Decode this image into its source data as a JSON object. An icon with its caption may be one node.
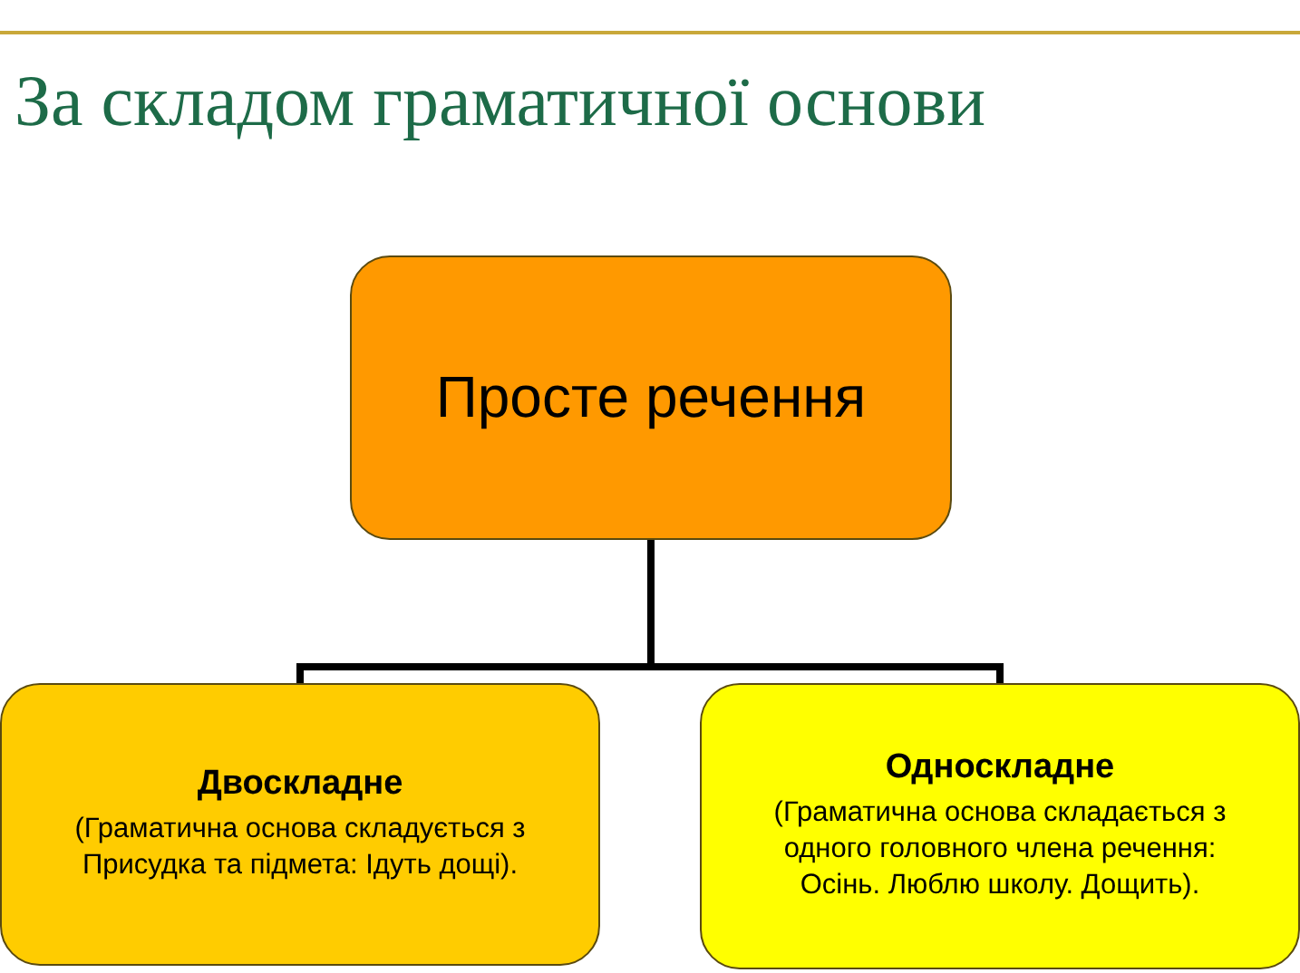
{
  "diagram": {
    "title": "За складом граматичної основи",
    "nodes": [
      {
        "text": [
          "Просте речення"
        ]
      },
      {
        "text": [
          "Двоскладне",
          "(Граматична основа складується з Присудка та підмета: Ідуть дощі)."
        ]
      },
      {
        "text": [
          "Односкладне",
          "(Граматична основа складається з одного головного члена речення: Осінь. Люблю школу. Дощить)."
        ]
      }
    ],
    "edges": [
      {
        "from": 0,
        "to": 1,
        "arrow": "none"
      },
      {
        "from": 0,
        "to": 2,
        "arrow": "none"
      }
    ]
  }
}
